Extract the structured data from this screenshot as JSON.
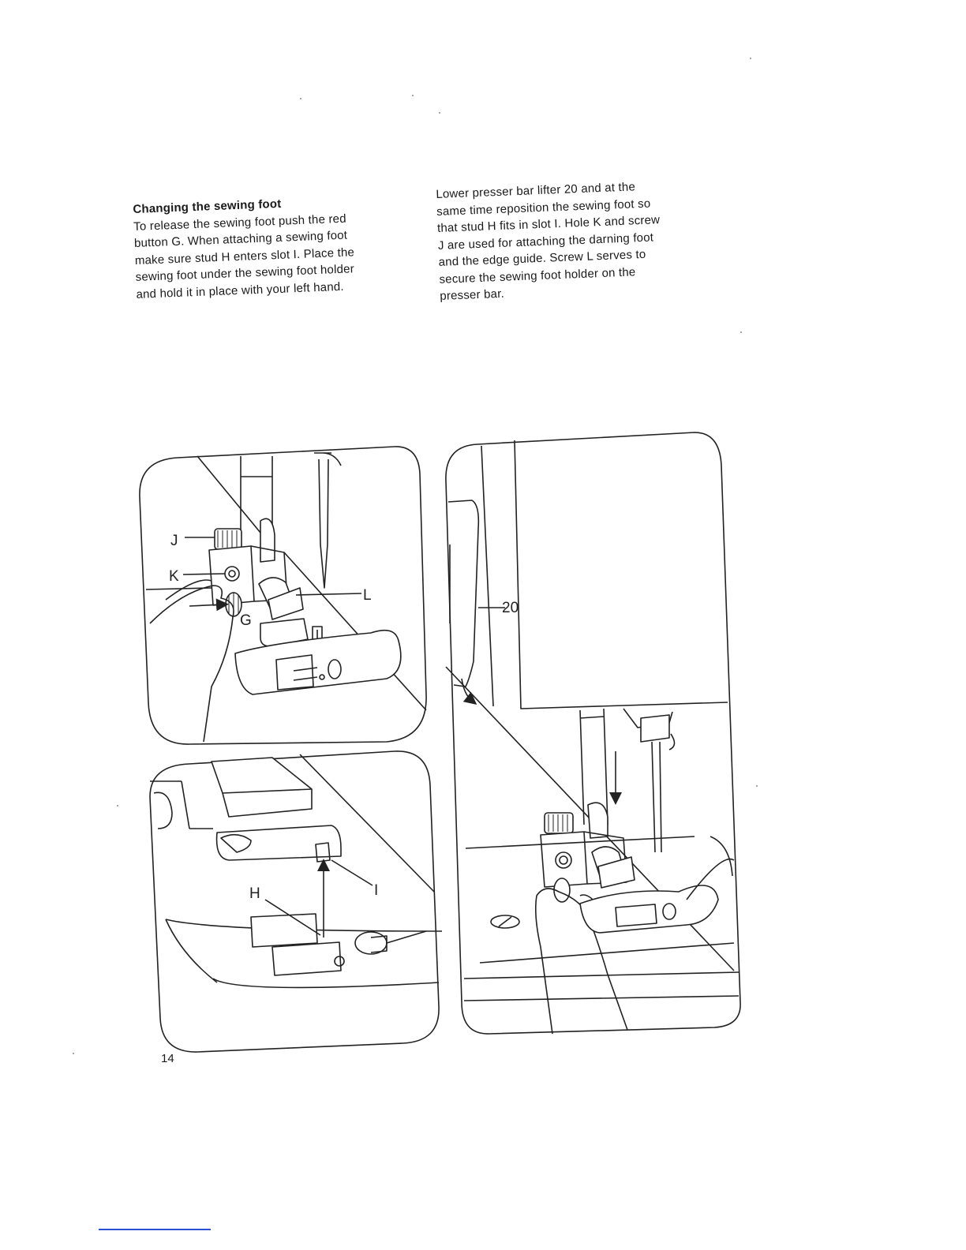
{
  "section": {
    "heading": "Changing the sewing foot",
    "left_lines": [
      "To release the sewing foot push the red",
      "button G. When attaching a sewing foot",
      "make sure stud H enters slot I. Place the",
      "sewing foot under the sewing foot holder",
      "and hold it in place with your left hand."
    ],
    "right_lines": [
      "Lower presser bar lifter 20 and at the",
      "same time reposition the sewing foot so",
      "that stud H fits in slot I. Hole K and screw",
      "J are used for attaching the darning foot",
      "and the edge guide. Screw L serves to",
      "secure the sewing foot holder on the",
      "presser bar."
    ]
  },
  "figures": {
    "top_left_labels": {
      "j": "J",
      "k": "K",
      "l": "L",
      "g": "G"
    },
    "bottom_left_labels": {
      "h": "H",
      "i": "I"
    },
    "right_labels": {
      "lever": "20"
    }
  },
  "page": {
    "number": "14"
  }
}
